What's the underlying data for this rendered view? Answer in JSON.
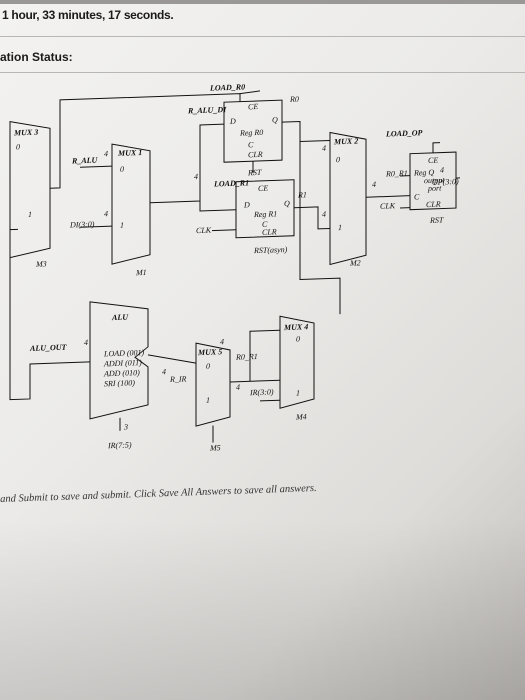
{
  "timer": "1 hour, 33 minutes, 17 seconds.",
  "status_label": "ation Status:",
  "footer_text": "and Submit to save and submit. Click Save All Answers to save all answers.",
  "diagram": {
    "load_r0": "LOAD_R0",
    "r_alu_di": "R_ALU_DI",
    "r0": "R0",
    "ce": "CE",
    "q": "Q",
    "d": "D",
    "reg_r0": "Reg R0",
    "c": "C",
    "clr": "CLR",
    "rst": "RST",
    "load_r1": "LOAD_R1",
    "r1": "R1",
    "reg_r1": "Reg R1",
    "clk": "CLK",
    "rst_async": "RST(asyn)",
    "mux3": "MUX 3",
    "mux1": "MUX 1",
    "mux2": "MUX 2",
    "mux4": "MUX 4",
    "mux5": "MUX 5",
    "zero": "0",
    "one": "1",
    "four": "4",
    "three": "3",
    "r_alu": "R_ALU",
    "di30": "DI(3:0)",
    "m1": "M1",
    "m2": "M2",
    "m3": "M3",
    "m4": "M4",
    "m5": "M5",
    "load_op": "LOAD_OP",
    "r0_r1": "R0_R1",
    "op30": "OP(3:0)",
    "reg_q": "Reg  Q",
    "output": "output",
    "port": "port",
    "alu": "ALU",
    "alu_out": "ALU_OUT",
    "ops": [
      "LOAD (001)",
      "ADDI (011)",
      "ADD (010)",
      "SRI (100)"
    ],
    "r_ir": "R_IR",
    "ir30": "IR(3:0)",
    "ir75": "IR(7:5)"
  }
}
